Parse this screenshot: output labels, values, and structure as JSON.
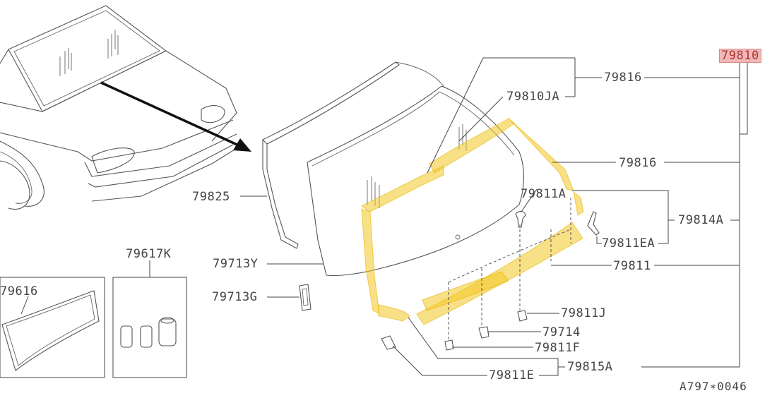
{
  "diagram": {
    "callouts": {
      "assembly": "79810",
      "moulding_upper": "79816",
      "moulding_joint": "79810JA",
      "moulding_side": "79816",
      "clip_a": "79811A",
      "moulding_set_a": "79814A",
      "clip_ea": "79811EA",
      "moulding_lower": "79811",
      "fastener_j": "79811J",
      "fastener_714": "79714",
      "fastener_f": "79811F",
      "moulding_set_b": "79815A",
      "clip_e": "79811E",
      "dam": "79825",
      "glass": "79713Y",
      "spacer": "79713G",
      "kit_box": "79617K",
      "sealant_box": "79616"
    },
    "reference_code": "A797∗0046",
    "highlight_color": "#f3c623",
    "assembly_label_color": "#f2b8b8"
  }
}
